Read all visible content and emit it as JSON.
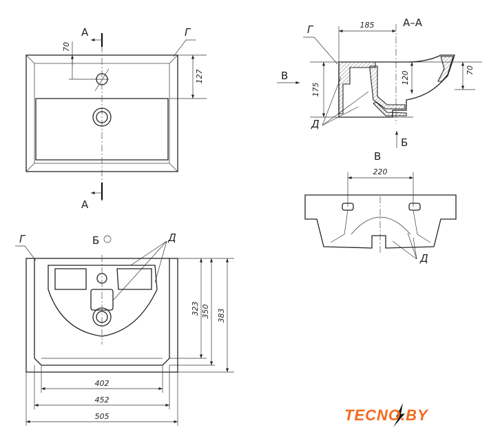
{
  "top_view": {
    "section_mark_top": "A",
    "section_mark_bottom": "A",
    "label_g": "Г",
    "dim_overflow": "70",
    "dim_depth": "127"
  },
  "section_view": {
    "title": "A–A",
    "label_g": "Г",
    "view_arrow_v": "B",
    "view_arrow_b": "Б",
    "dim_width": "185",
    "dim_height": "175",
    "dim_bowl": "120",
    "dim_rim": "70",
    "label_d": "Д"
  },
  "side_view": {
    "title": "В",
    "dim_mounts": "220",
    "label_d": "Д"
  },
  "bottom_view": {
    "title": "Б",
    "label_g": "Г",
    "label_d": "Д",
    "dim_323": "323",
    "dim_350": "350",
    "dim_383": "383",
    "dim_402": "402",
    "dim_452": "452",
    "dim_505": "505"
  },
  "logo": {
    "text": "TECNO.BY",
    "color": "#f26a1b"
  }
}
